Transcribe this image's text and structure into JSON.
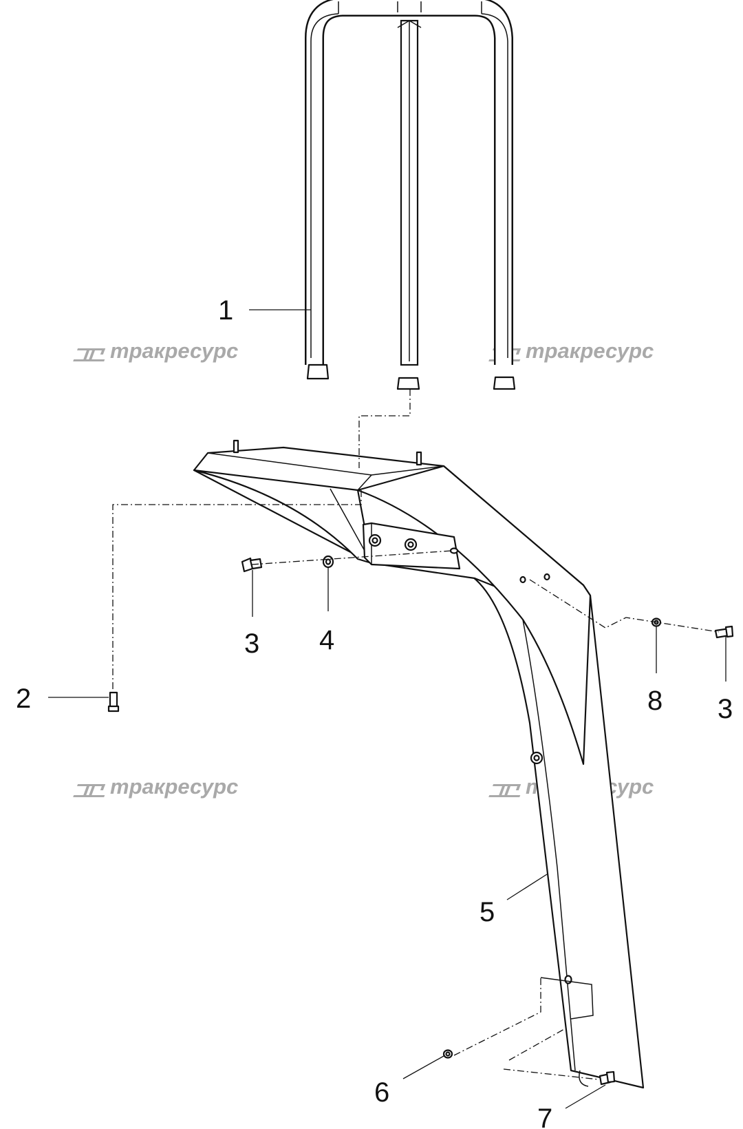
{
  "watermark": {
    "logo_text": "TR",
    "brand_text": "тракресурс",
    "color": "#a9a9a9"
  },
  "callouts": {
    "c1": "1",
    "c2": "2",
    "c3a": "3",
    "c4": "4",
    "c8": "8",
    "c3b": "3",
    "c5": "5",
    "c6": "6",
    "c7": "7"
  }
}
